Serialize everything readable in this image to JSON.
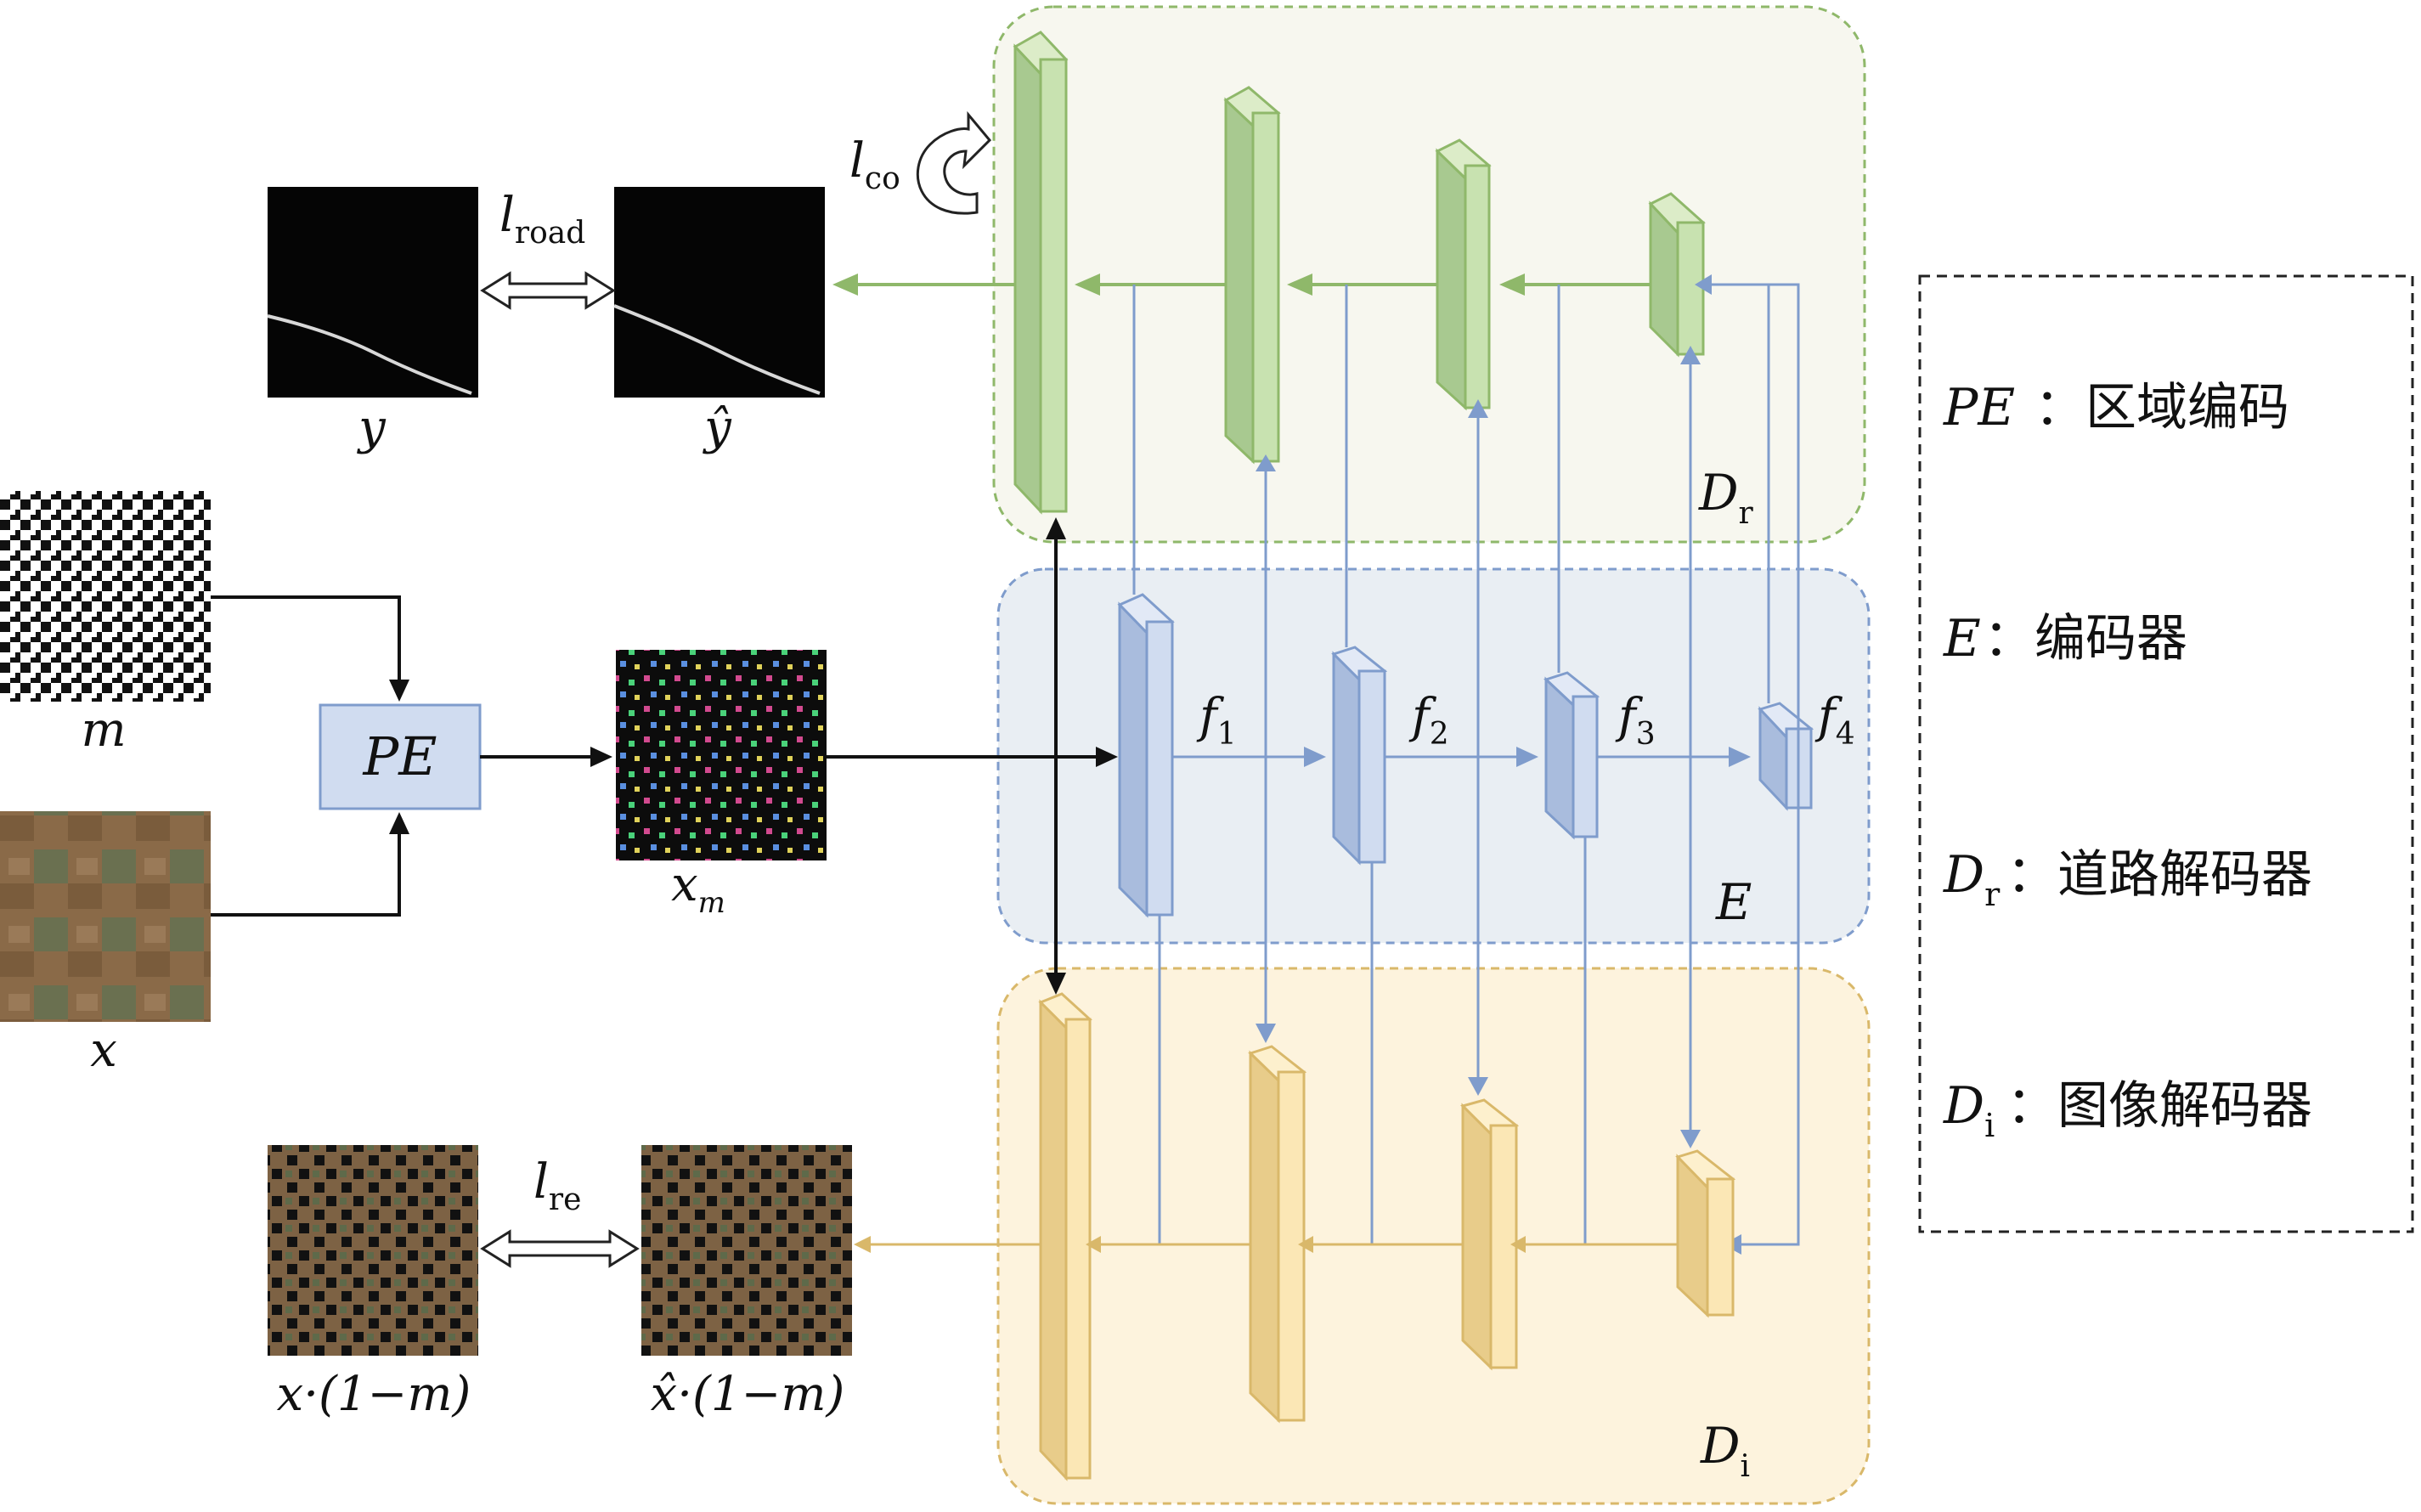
{
  "labels": {
    "y": "y",
    "y_hat": "ŷ",
    "m": "m",
    "x": "x",
    "x_m_base": "x",
    "x_m_sub": "m",
    "pe_box": "PE",
    "l_road_base": "l",
    "l_road_sub": "road",
    "l_co_base": "l",
    "l_co_sub": "co",
    "l_re_base": "l",
    "l_re_sub": "re",
    "masked_x": "x·(1−m)",
    "masked_x_hat": "x̂·(1−m)",
    "f1_base": "f",
    "f1_sub": "1",
    "f2_base": "f",
    "f2_sub": "2",
    "f3_base": "f",
    "f3_sub": "3",
    "f4_base": "f",
    "f4_sub": "4",
    "region_dr_base": "D",
    "region_dr_sub": "r",
    "region_e": "E",
    "region_di_base": "D",
    "region_di_sub": "i"
  },
  "legend": [
    {
      "key": "PE",
      "key_sub": "",
      "sep": "：",
      "desc": "区域编码"
    },
    {
      "key": "E",
      "key_sub": "",
      "sep": "：",
      "desc": "编码器"
    },
    {
      "key": "D",
      "key_sub": "r",
      "sep": "：",
      "desc": "道路解码器"
    },
    {
      "key": "D",
      "key_sub": "i",
      "sep": "：",
      "desc": "图像解码器"
    }
  ],
  "colors": {
    "green_stroke": "#8fb86a",
    "green_fill": "#c8e2b0",
    "green_region": "#f7f7ef",
    "blue_stroke": "#7f9ccc",
    "blue_fill": "#d0dcf0",
    "blue_region": "#e9eef3",
    "yellow_stroke": "#d9b86a",
    "yellow_fill": "#fbe7b5",
    "yellow_region": "#fdf3dd",
    "black": "#111111"
  }
}
